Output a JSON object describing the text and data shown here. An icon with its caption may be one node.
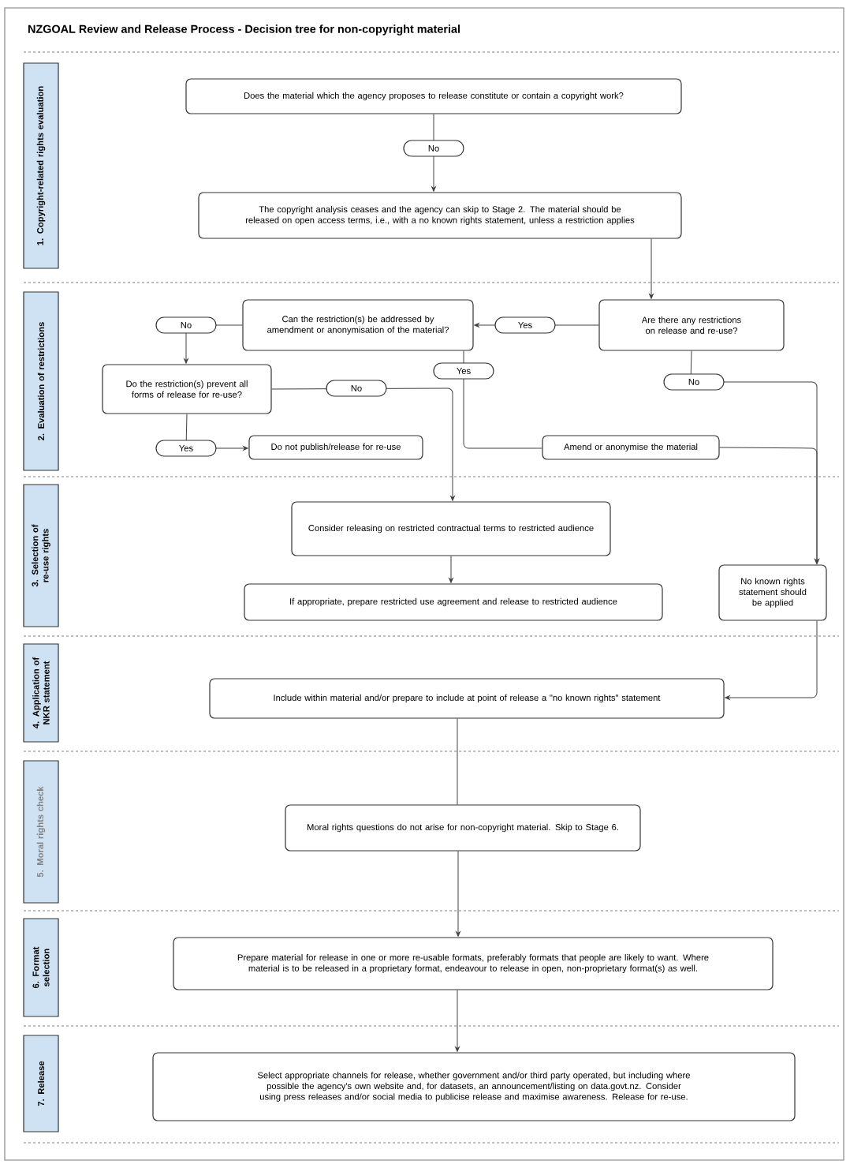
{
  "diagram": {
    "title": "NZGOAL Review and Release Process - Decision tree for non-copyright material",
    "nodes": [
      {
        "text": [
          "1. Copyright-related rights evaluation"
        ]
      },
      {
        "text": [
          "2. Evaluation of restrictions"
        ]
      },
      {
        "text": [
          "3. Selection of re-use rights"
        ]
      },
      {
        "text": [
          "4. Application of NKR statement"
        ]
      },
      {
        "text": [
          "5. Moral rights check"
        ]
      },
      {
        "text": [
          "6. Format selection"
        ]
      },
      {
        "text": [
          "7. Release"
        ]
      },
      {
        "text": [
          "Does the material which the agency proposes to release constitute or contain a copyright work?"
        ]
      },
      {
        "text": [
          "The copyright analysis ceases and the agency can skip to Stage 2. The material should be released on open access terms, i.e., with a no known rights statement, unless a restriction applies"
        ]
      },
      {
        "text": [
          "Are there any restrictions on release and re-use?"
        ]
      },
      {
        "text": [
          "Can the restriction(s) be addressed by amendment or anonymisation of the material?"
        ]
      },
      {
        "text": [
          "Do the restriction(s) prevent all forms of release for re-use?"
        ]
      },
      {
        "text": [
          "Do not publish/release for re-use"
        ]
      },
      {
        "text": [
          "Amend or anonymise the material"
        ]
      },
      {
        "text": [
          "Consider releasing on restricted contractual terms to restricted audience"
        ]
      },
      {
        "text": [
          "If appropriate, prepare restricted use agreement and release to restricted audience"
        ]
      },
      {
        "text": [
          "No known rights statement should be applied"
        ]
      },
      {
        "text": [
          "Include within material and/or prepare to include at point of release a \"no known rights\" statement"
        ]
      },
      {
        "text": [
          "Moral rights questions do not arise for non-copyright material. Skip to Stage 6."
        ]
      },
      {
        "text": [
          "Prepare material for release in one or more re-usable formats, preferably formats that people are likely to want. Where material is to be released in a proprietary format, endeavour to release in open, non-proprietary format(s) as well."
        ]
      },
      {
        "text": [
          "Select appropriate channels for release, whether government and/or third party operated, but including where possible the agency's own website and, for datasets, an announcement/listing on data.govt.nz. Consider using press releases and/or social media to publicise release and maximise awareness. Release for re-use."
        ]
      }
    ],
    "edges": [
      {
        "from": 7,
        "to": 8,
        "arrow": "to",
        "label": "No"
      },
      {
        "from": 8,
        "to": 9,
        "arrow": "to"
      },
      {
        "from": 9,
        "to": 10,
        "arrow": "to",
        "label": "Yes"
      },
      {
        "from": 9,
        "to": 16,
        "arrow": "to",
        "label": "No"
      },
      {
        "from": 10,
        "to": 11,
        "arrow": "to",
        "label": "No"
      },
      {
        "from": 10,
        "to": 13,
        "arrow": "none",
        "label": "Yes"
      },
      {
        "from": 11,
        "to": 14,
        "arrow": "to",
        "label": "No"
      },
      {
        "from": 11,
        "to": 12,
        "arrow": "to",
        "label": "Yes"
      },
      {
        "from": 13,
        "to": 16,
        "arrow": "to"
      },
      {
        "from": 14,
        "to": 15,
        "arrow": "to"
      },
      {
        "from": 16,
        "to": 17,
        "arrow": "to"
      },
      {
        "from": 17,
        "to": 18,
        "arrow": "none"
      },
      {
        "from": 18,
        "to": 19,
        "arrow": "to"
      },
      {
        "from": 19,
        "to": 20,
        "arrow": "to"
      }
    ]
  }
}
